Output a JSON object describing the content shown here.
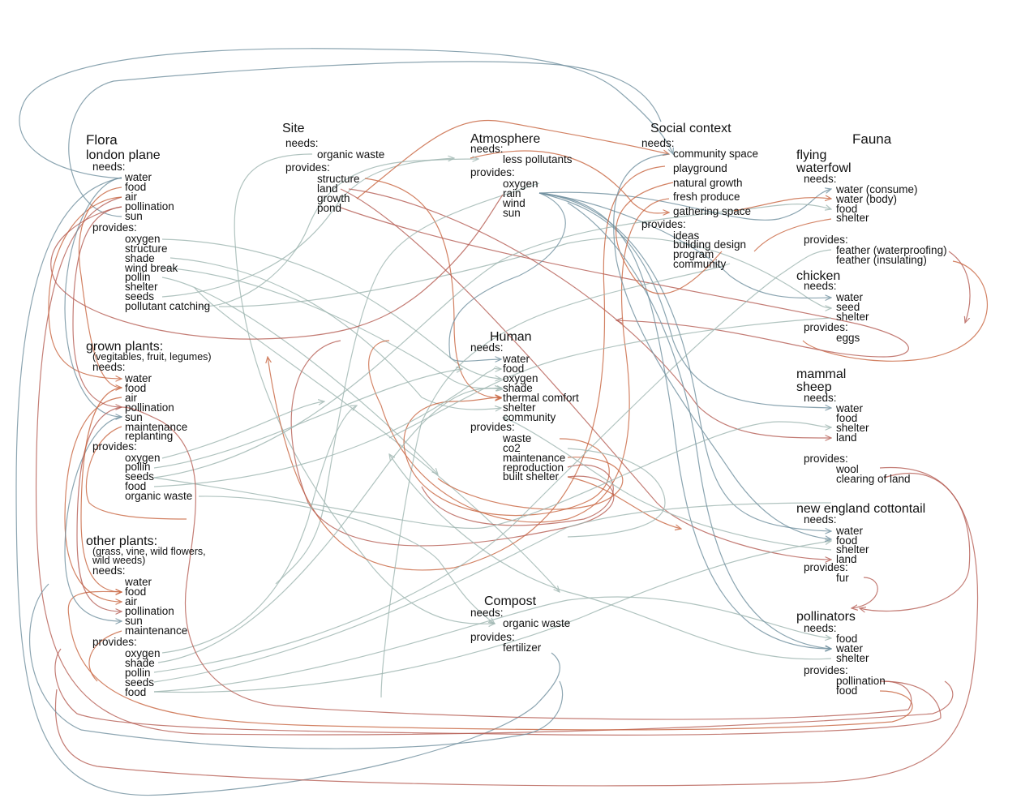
{
  "colors": {
    "blue": "#6f8f9e",
    "orange": "#c8643e",
    "red": "#b55c53",
    "green": "#9db5b0",
    "text": "#111111"
  },
  "flora": {
    "title": "Flora",
    "london_plane": {
      "name": "london plane",
      "needs_label": "needs:",
      "needs": [
        "water",
        "food",
        "air",
        "pollination",
        "sun"
      ],
      "provides_label": "provides:",
      "provides": [
        "oxygen",
        "structure",
        "shade",
        "wind break",
        "pollin",
        "shelter",
        "seeds",
        "pollutant catching"
      ]
    },
    "grown_plants": {
      "name": "grown plants:",
      "note": "(vegitables, fruit, legumes)",
      "needs_label": "needs:",
      "needs": [
        "water",
        "food",
        "air",
        "pollination",
        "sun",
        "maintenance",
        "replanting"
      ],
      "provides_label": "provides:",
      "provides": [
        "oxygen",
        "pollin",
        "seeds",
        "food",
        "organic waste"
      ]
    },
    "other_plants": {
      "name": "other plants:",
      "note1": "(grass, vine, wild flowers,",
      "note2": "wild weeds)",
      "needs_label": "needs:",
      "needs": [
        "water",
        "food",
        "air",
        "pollination",
        "sun",
        "maintenance"
      ],
      "provides_label": "provides:",
      "provides": [
        "oxygen",
        "shade",
        "pollin",
        "seeds",
        "food"
      ]
    }
  },
  "site": {
    "title": "Site",
    "needs_label": "needs:",
    "needs": [
      "organic waste"
    ],
    "provides_label": "provides:",
    "provides": [
      "structure",
      "land",
      "growth",
      "pond"
    ]
  },
  "atmosphere": {
    "title": "Atmosphere",
    "needs_label": "needs:",
    "needs": [
      "less pollutants"
    ],
    "provides_label": "provides:",
    "provides": [
      "oxygen",
      "rain",
      "wind",
      "sun"
    ]
  },
  "social": {
    "title": "Social context",
    "needs_label": "needs:",
    "needs": [
      "community space",
      "playground",
      "natural growth",
      "fresh produce",
      "gathering space"
    ],
    "provides_label": "provides:",
    "provides": [
      "ideas",
      "building design",
      "program",
      "community"
    ]
  },
  "human": {
    "title": "Human",
    "needs_label": "needs:",
    "needs": [
      "water",
      "food",
      "oxygen",
      "shade",
      "thermal comfort",
      "shelter",
      "community"
    ],
    "provides_label": "provides:",
    "provides": [
      "waste",
      "co2",
      "maintenance",
      "reproduction",
      "built shelter"
    ]
  },
  "compost": {
    "title": "Compost",
    "needs_label": "needs:",
    "needs": [
      "organic waste"
    ],
    "provides_label": "provides:",
    "provides": [
      "fertilizer"
    ]
  },
  "fauna": {
    "title": "Fauna",
    "waterfowl": {
      "name1": "flying",
      "name2": "waterfowl",
      "needs_label": "needs:",
      "needs": [
        "water (consume)",
        "water (body)",
        "food",
        "shelter"
      ],
      "provides_label": "provides:",
      "provides": [
        "feather (waterproofing)",
        "feather (insulating)"
      ]
    },
    "chicken": {
      "name": "chicken",
      "needs_label": "needs:",
      "needs": [
        "water",
        "seed",
        "shelter"
      ],
      "provides_label": "provides:",
      "provides": [
        "eggs"
      ]
    },
    "sheep": {
      "name1": "mammal",
      "name2": "sheep",
      "needs_label": "needs:",
      "needs": [
        "water",
        "food",
        "shelter",
        "land"
      ],
      "provides_label": "provides:",
      "provides": [
        "wool",
        "clearing of land"
      ]
    },
    "cottontail": {
      "name": "new england cottontail",
      "needs_label": "needs:",
      "needs": [
        "water",
        "food",
        "shelter",
        "land"
      ],
      "provides_label": "provides:",
      "provides": [
        "fur"
      ]
    },
    "pollinators": {
      "name": "pollinators",
      "needs_label": "needs:",
      "needs": [
        "food",
        "water",
        "shelter"
      ],
      "provides_label": "provides:",
      "provides": [
        "pollination",
        "food"
      ]
    }
  }
}
